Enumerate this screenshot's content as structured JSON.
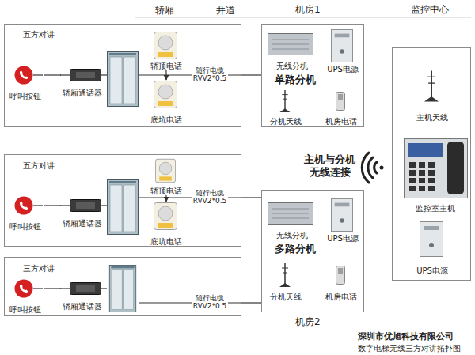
{
  "diagram": {
    "title": "数字电梯无线三方对讲拓扑图",
    "nodes": [
      {
        "text": [
          "五方对讲"
        ]
      },
      {
        "text": [
          "呼叫按钮"
        ],
        "in": 0
      },
      {
        "text": [
          "轿厢通话器"
        ],
        "in": 0
      },
      {
        "text": [
          "轿顶电话"
        ],
        "in": 0
      },
      {
        "text": [
          "底坑电话"
        ],
        "in": 0
      },
      {
        "text": [
          "机房1",
          "单路分机"
        ]
      },
      {
        "text": [
          "无线分机"
        ],
        "in": 5
      },
      {
        "text": [
          "UPS电源"
        ],
        "in": 5
      },
      {
        "text": [
          "分机天线"
        ],
        "in": 5
      },
      {
        "text": [
          "机房电话"
        ],
        "in": 5
      },
      {
        "text": [
          "监控中心"
        ]
      },
      {
        "text": [
          "主机天线"
        ],
        "in": 10
      },
      {
        "text": [
          "监控室主机"
        ],
        "in": 10
      },
      {
        "text": [
          "UPS电源"
        ],
        "in": 10
      },
      {
        "text": [
          "五方对讲"
        ]
      },
      {
        "text": [
          "呼叫按钮"
        ],
        "in": 14
      },
      {
        "text": [
          "轿厢通话器"
        ],
        "in": 14
      },
      {
        "text": [
          "轿顶电话"
        ],
        "in": 14
      },
      {
        "text": [
          "底坑电话"
        ],
        "in": 14
      },
      {
        "text": [
          "多路分机",
          "机房2"
        ]
      },
      {
        "text": [
          "无线分机"
        ],
        "in": 19
      },
      {
        "text": [
          "UPS电源"
        ],
        "in": 19
      },
      {
        "text": [
          "分机天线"
        ],
        "in": 19
      },
      {
        "text": [
          "机房电话"
        ],
        "in": 19
      },
      {
        "text": [
          "三方对讲"
        ]
      },
      {
        "text": [
          "呼叫按钮"
        ],
        "in": 24
      },
      {
        "text": [
          "轿厢通话器"
        ],
        "in": 24
      }
    ],
    "edges": [
      {
        "from": 1,
        "to": 2,
        "arrow": "none"
      },
      {
        "from": 3,
        "to": 4,
        "arrow": "to"
      },
      {
        "from": 0,
        "to": 5,
        "label": "随行电缆 RVV2*0.5",
        "arrow": "none"
      },
      {
        "from": 15,
        "to": 16,
        "arrow": "none"
      },
      {
        "from": 17,
        "to": 18,
        "arrow": "to"
      },
      {
        "from": 14,
        "to": 19,
        "label": "随行电缆 RVV2*0.5",
        "arrow": "none"
      },
      {
        "from": 25,
        "to": 26,
        "arrow": "none"
      },
      {
        "from": 24,
        "to": 19,
        "label": "随行电缆 RVV2*0.5",
        "arrow": "none"
      }
    ],
    "labels": [
      "轿厢",
      "井道",
      "主机与分机 无线连接",
      "深圳市优旭科技有限公司"
    ]
  }
}
